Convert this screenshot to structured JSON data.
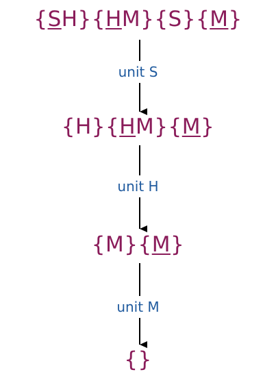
{
  "diagram": {
    "states": [
      {
        "tokens": [
          {
            "pre": "{",
            "u": "S",
            "post": "H}"
          },
          {
            "pre": "{",
            "u": "H",
            "post": "M}"
          },
          {
            "pre": "{S}",
            "u": "",
            "post": ""
          },
          {
            "pre": "{",
            "u": "M",
            "post": "}"
          }
        ]
      },
      {
        "tokens": [
          {
            "pre": "{H}",
            "u": "",
            "post": ""
          },
          {
            "pre": "{",
            "u": "H",
            "post": "M}"
          },
          {
            "pre": "{",
            "u": "M",
            "post": "}"
          }
        ]
      },
      {
        "tokens": [
          {
            "pre": "{M}",
            "u": "",
            "post": ""
          },
          {
            "pre": "{",
            "u": "M",
            "post": "}"
          }
        ]
      },
      {
        "tokens": [
          {
            "pre": "{}",
            "u": "",
            "post": ""
          }
        ]
      }
    ],
    "steps": [
      {
        "label": "unit S"
      },
      {
        "label": "unit H"
      },
      {
        "label": "unit M"
      }
    ],
    "colors": {
      "set_text": "#8a1c5a",
      "step_label": "#1f5a9e",
      "arrow": "#000000"
    }
  }
}
